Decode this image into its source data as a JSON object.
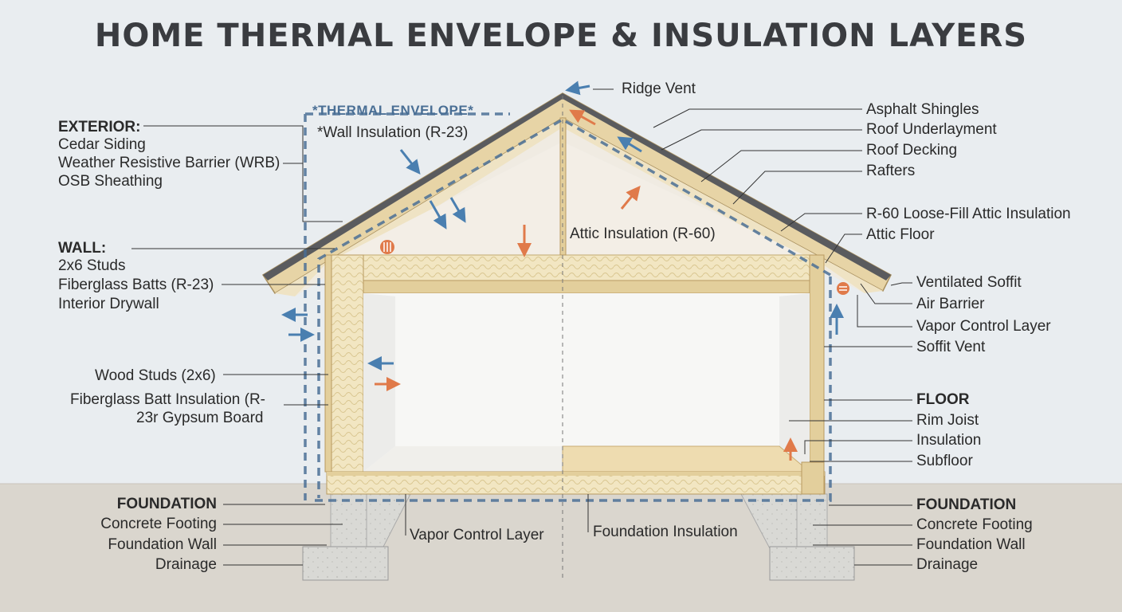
{
  "title": "HOME THERMAL ENVELOPE & INSULATION LAYERS",
  "envelope": {
    "heading": "*THERMAL ENVELOPE*",
    "sub": "*Wall Insulation (R-23)",
    "attic": "Attic Insulation (R-60)"
  },
  "left": {
    "exterior": {
      "heading": "EXTERIOR:",
      "items": [
        "Cedar Siding",
        "Weather Resistive Barrier (WRB)",
        "OSB Sheathing"
      ]
    },
    "wall": {
      "heading": "WALL:",
      "items": [
        "2x6 Studs",
        "Fiberglass Batts (R-23)",
        "Interior Drywall"
      ]
    },
    "studs": "Wood Studs (2x6)",
    "batt1": "Fiberglass Batt Insulation (R-",
    "batt2": "23r Gypsum Board",
    "foundation": {
      "heading": "FOUNDATION",
      "items": [
        "Concrete Footing",
        "Foundation Wall",
        "Drainage"
      ]
    }
  },
  "right": {
    "roof": [
      "Asphalt Shingles",
      "Roof Underlayment",
      "Roof Decking",
      "Rafters",
      "R-60 Loose-Fill Attic Insulation",
      "Attic Floor"
    ],
    "eave": [
      "Ventilated Soffit",
      "Air Barrier",
      "Vapor Control Layer",
      "Soffit Vent"
    ],
    "floor": {
      "heading": "FLOOR",
      "items": [
        "Rim Joist",
        "Insulation",
        "Subfloor"
      ]
    },
    "foundation": {
      "heading": "FOUNDATION",
      "items": [
        "Concrete Footing",
        "Foundation Wall",
        "Drainage"
      ]
    }
  },
  "top": {
    "ridge": "Ridge Vent"
  },
  "bottom": {
    "vapor": "Vapor Control Layer",
    "foundation_insulation": "Foundation Insulation"
  },
  "colors": {
    "envelope": "#4a6f95",
    "heat": "#e07a4a",
    "wood": "#e8d6a8",
    "insulation": "#f1e4bd",
    "ground": "#d9d5cd",
    "concrete": "#d8d8d4"
  }
}
